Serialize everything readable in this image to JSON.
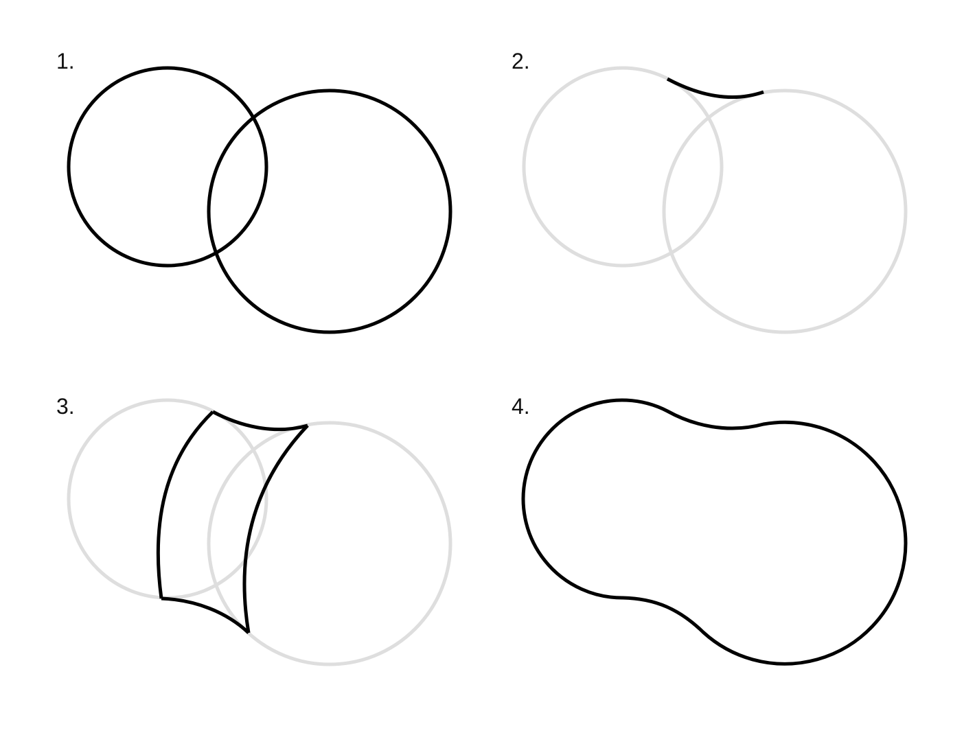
{
  "steps": [
    {
      "label": "1."
    },
    {
      "label": "2."
    },
    {
      "label": "3."
    },
    {
      "label": "4."
    }
  ],
  "colors": {
    "ink": "#000000",
    "ghost": "#dedede",
    "background": "#ffffff"
  }
}
